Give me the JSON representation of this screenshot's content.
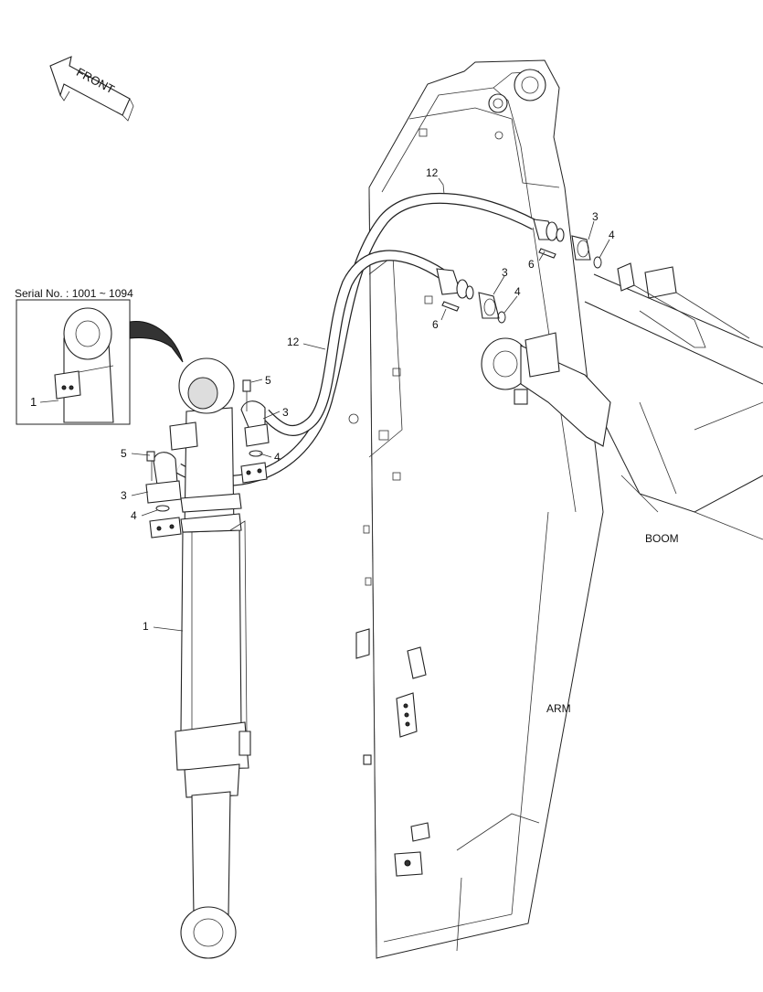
{
  "direction": {
    "label": "FRONT"
  },
  "inset": {
    "serial_text": "Serial No. : 1001 ~ 1094",
    "callout": "1"
  },
  "components": {
    "boom": "BOOM",
    "arm": "ARM"
  },
  "callouts": {
    "c12_top": "12",
    "c12_mid": "12",
    "c3_hose_a": "3",
    "c4_hose_a": "4",
    "c6_hose_a": "6",
    "c3_hose_b": "3",
    "c4_hose_b": "4",
    "c6_hose_b": "6",
    "c5_upper": "5",
    "c3_upper": "3",
    "c4_upper": "4",
    "c5_lower": "5",
    "c3_lower": "3",
    "c4_lower": "4",
    "c1_cylinder": "1"
  }
}
